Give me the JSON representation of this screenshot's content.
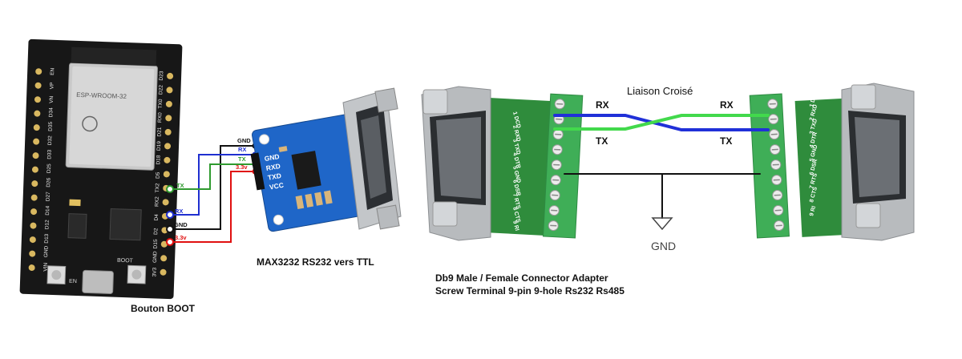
{
  "labels": {
    "bouton_boot": "Bouton BOOT",
    "max3232": "MAX3232 RS232 vers TTL",
    "db9_line1": "Db9 Male / Female Connector Adapter",
    "db9_line2": "Screw Terminal 9-pin 9-hole Rs232 Rs485",
    "liaison": "Liaison Croisé",
    "gnd_symbol": "GND"
  },
  "wires": {
    "gnd": "GND",
    "rx": "RX",
    "tx": "TX",
    "v33": "3.3v"
  },
  "cross_labels": {
    "rx_left": "RX",
    "tx_left": "TX",
    "rx_right": "RX",
    "tx_right": "TX"
  },
  "esp32": {
    "module": "ESP-WROOM-32",
    "left_pins": [
      "EN",
      "VP",
      "VN",
      "D34",
      "D35",
      "D32",
      "D33",
      "D25",
      "D26",
      "D27",
      "D14",
      "D12",
      "D13",
      "GND",
      "VIN"
    ],
    "right_pins": [
      "D23",
      "D22",
      "TX0",
      "RX0",
      "D21",
      "D19",
      "D18",
      "D5",
      "TX2",
      "RX2",
      "D4",
      "D2",
      "D15",
      "GND",
      "3V3"
    ],
    "btn_en": "EN",
    "btn_boot": "BOOT"
  },
  "max_module": {
    "pins": [
      "GND",
      "RXD",
      "TXD",
      "VCC"
    ]
  },
  "db9_left_pins": [
    "1 DCD",
    "2 RXD",
    "3 TXD",
    "4 DTR",
    "5 GND",
    "6 DSR",
    "7 RTS",
    "8 CTS",
    "9 RI"
  ],
  "db9_right_pins": [
    "1 DCD",
    "2 RXD",
    "3 TXD",
    "4 DTR",
    "5 GND",
    "6 DSR",
    "7 RTS",
    "8 CTS",
    "9 RI"
  ],
  "colors": {
    "wire_gnd": "#111111",
    "wire_rx": "#1f2fd0",
    "wire_tx": "#2f9a2f",
    "wire_33": "#e01010",
    "board_esp": "#1b1b1b",
    "board_max": "#1f66c8",
    "terminal_green": "#3fae57",
    "pcb_green": "#2f8c3c",
    "cross_rx": "#2030d8",
    "cross_tx": "#42d94c"
  }
}
